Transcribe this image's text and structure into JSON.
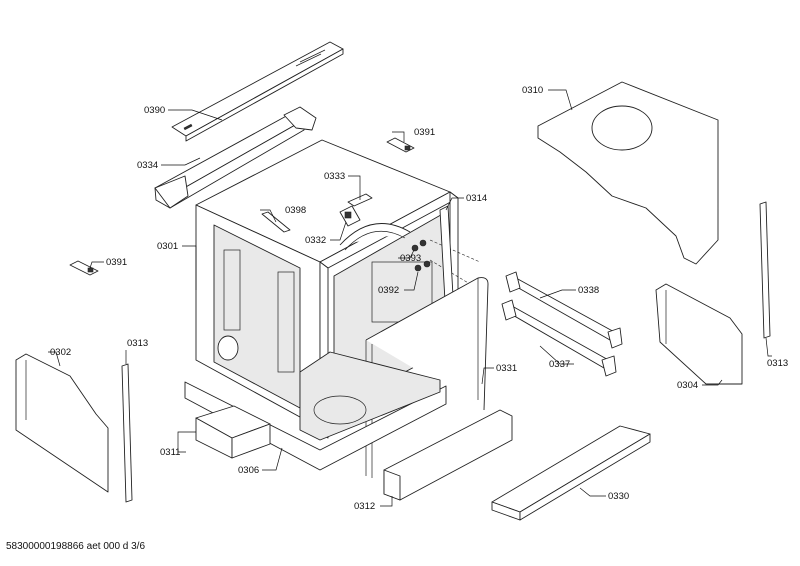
{
  "labels": {
    "p0390": "0390",
    "p0334": "0334",
    "p0391a": "0391",
    "p0391b": "0391",
    "p0333": "0333",
    "p0398": "0398",
    "p0332": "0332",
    "p0301": "0301",
    "p0314": "0314",
    "p0393": "0393",
    "p0392": "0392",
    "p0310": "0310",
    "p0338": "0338",
    "p0337": "0337",
    "p0302": "0302",
    "p0313a": "0313",
    "p0313b": "0313",
    "p0331": "0331",
    "p0304": "0304",
    "p0311": "0311",
    "p0306": "0306",
    "p0312": "0312",
    "p0330": "0330"
  },
  "footer": "58300000198866 aet 000 d 3/6"
}
